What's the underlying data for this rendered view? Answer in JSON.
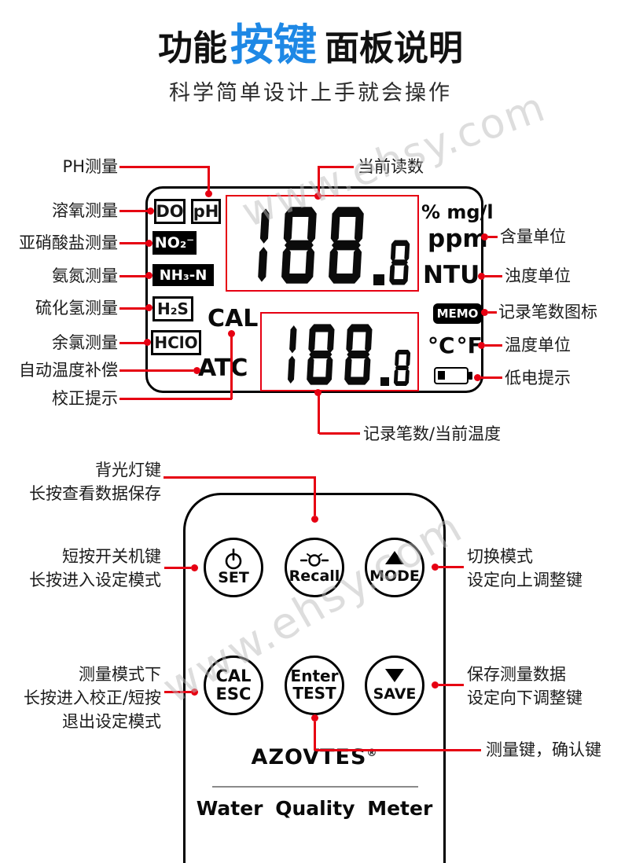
{
  "colors": {
    "callout_red": "#e60012",
    "title_accent_blue": "#1e88e5"
  },
  "watermark": "www.ehsy.com",
  "header": {
    "title_pre": "功能",
    "title_accent": "按键",
    "title_post": "面板说明",
    "subtitle": "科学简单设计上手就会操作"
  },
  "lcd": {
    "badge_do": "DO",
    "badge_ph": "pH",
    "badge_no2": "NO₂⁻",
    "badge_nh3n": "NH₃-N",
    "badge_h2s": "H₂S",
    "badge_hclo": "HClO",
    "cal": "CAL",
    "atc": "ATC",
    "main_reading": "188.8",
    "sub_reading": "188.8",
    "unit_percent_mgl": "% mg/l",
    "unit_ppm": "ppm",
    "unit_ntu": "NTU",
    "memo": "MEMO",
    "unit_temp_c": "°C",
    "unit_temp_f": "°F"
  },
  "lcd_callouts": {
    "ph": "PH测量",
    "do": "溶氧测量",
    "no2": "亚硝酸盐测量",
    "nh3n": "氨氮测量",
    "h2s": "硫化氢测量",
    "hclo": "余氯测量",
    "atc": "自动温度补偿",
    "cal": "校正提示",
    "reading": "当前读数",
    "unit": "含量单位",
    "ntu": "浊度单位",
    "memo": "记录笔数图标",
    "temp": "温度单位",
    "battery": "低电提示",
    "memo_temp": "记录笔数/当前温度"
  },
  "keypad": {
    "set": "SET",
    "recall": "Recall",
    "mode": "MODE",
    "cal_esc_line1": "CAL",
    "cal_esc_line2": "ESC",
    "enter_line1": "Enter",
    "enter_line2": "TEST",
    "save": "SAVE",
    "brand": "AZOVTES",
    "brand_reg": "®",
    "product": "Water Quality Meter"
  },
  "keypad_callouts": {
    "backlight_line1": "背光灯键",
    "backlight_line2": "长按查看数据保存",
    "power_line1": "短按开关机键",
    "power_line2": "长按进入设定模式",
    "mode_line1": "切换模式",
    "mode_line2": "设定向上调整键",
    "calesc_line1": "测量模式下",
    "calesc_line2": "长按进入校正/短按",
    "calesc_line3": "退出设定模式",
    "save_line1": "保存测量数据",
    "save_line2": "设定向下调整键",
    "test": "测量键，确认键"
  }
}
